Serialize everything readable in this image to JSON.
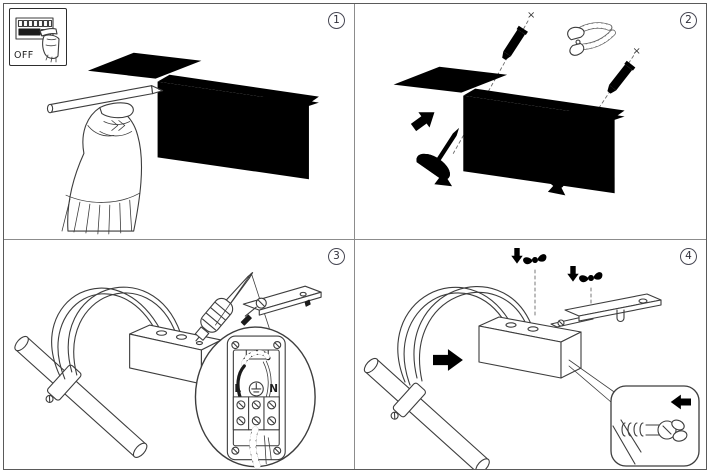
{
  "document": {
    "background": "#ffffff",
    "line_color": "#3d3d3d",
    "arrow_fill": "#c6c6c6",
    "frame_border": "#5a5a5a"
  },
  "steps": [
    {
      "number": "1",
      "power_off_label": "OFF"
    },
    {
      "number": "2",
      "drill_mark": "×"
    },
    {
      "number": "3",
      "terminal_live_label": "L",
      "terminal_neutral_label": "N"
    },
    {
      "number": "4"
    }
  ],
  "icons": {
    "panel1": [
      "power-off-breaker-icon",
      "hand-with-pencil",
      "mounting-bracket"
    ],
    "panel2": [
      "wall-anchor-icon",
      "pliers-icon",
      "screw-icon",
      "rotate-arrow-icon",
      "direction-arrow-icon"
    ],
    "panel3": [
      "lamp-fixture",
      "screwdriver-icon",
      "magnifier-callout",
      "terminal-block",
      "earth-ground-icon"
    ],
    "panel4": [
      "lamp-fixture",
      "wing-screw-icon",
      "direction-arrow-icon",
      "thumb-screw-detail"
    ]
  }
}
